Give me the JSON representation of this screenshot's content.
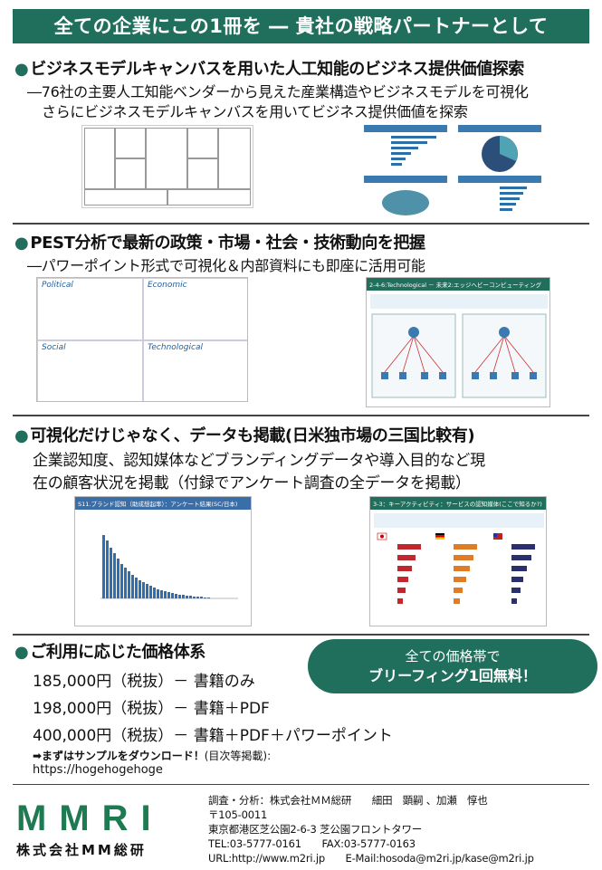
{
  "header": {
    "title": "全ての企業にこの1冊を ― 貴社の戦略パートナーとして"
  },
  "sections": [
    {
      "title": "ビジネスモデルキャンバスを用いた人工知能のビジネス提供価値探索",
      "lines": [
        "―76社の主要人工知能ベンダーから見えた産業構造やビジネスモデルを可視化",
        "さらにビジネスモデルキャンバスを用いてビジネス提供価値を探索"
      ]
    },
    {
      "title": "PEST分析で最新の政策・市場・社会・技術動向を把握",
      "lines": [
        "―パワーポイント形式で可視化＆内部資料にも即座に活用可能"
      ]
    },
    {
      "title": "可視化だけじゃなく、データも掲載(日米独市場の三国比較有)",
      "lines": [
        "企業認知度、認知媒体などブランディングデータや導入目的など現",
        "在の顧客状況を掲載（付録でアンケート調査の全データを掲載）"
      ]
    },
    {
      "title": "ご利用に応じた価格体系",
      "lines": []
    }
  ],
  "thumbs": {
    "pest": {
      "political": "Political",
      "economic": "Economic",
      "social": "Social",
      "technological": "Technological"
    },
    "tech_slide_title": "2-4-6:Technological － 未来2:エッジヘビーコンピューティング",
    "brand_slide_title": "S11.ブランド認知（助成想起率）：アンケート結果(SC/日本)",
    "compare_slide_title": "3-3：キーアクティビティ：サービスの認知媒体(ここで知るか?)"
  },
  "badge": {
    "line1": "全ての価格帯で",
    "line2": "ブリーフィング1回無料！"
  },
  "prices": [
    "185,000円（税抜）－ 書籍のみ",
    "198,000円（税抜）－ 書籍＋PDF",
    "400,000円（税抜）－ 書籍＋PDF＋パワーポイント"
  ],
  "sample": {
    "label": "➡まずはサンプルをダウンロード！",
    "note": "(目次等掲載):",
    "url": "https://hogehogehoge"
  },
  "logo": {
    "mark": "MMRI",
    "company": "株式会社MM総研"
  },
  "contact": [
    "調査・分析：株式会社ＭＭ総研　　細田　顕嗣 、加瀬　惇也",
    "〒105-0011",
    "東京都港区芝公園2-6-3 芝公園フロントタワー",
    "TEL:03-5777-0161　　FAX:03-5777-0163",
    "URL:http://www.m2ri.jp　　E-Mail:hosoda@m2ri.jp/kase@m2ri.jp"
  ],
  "colors": {
    "brand": "#1f6f5c",
    "logo": "#1f7a52"
  }
}
